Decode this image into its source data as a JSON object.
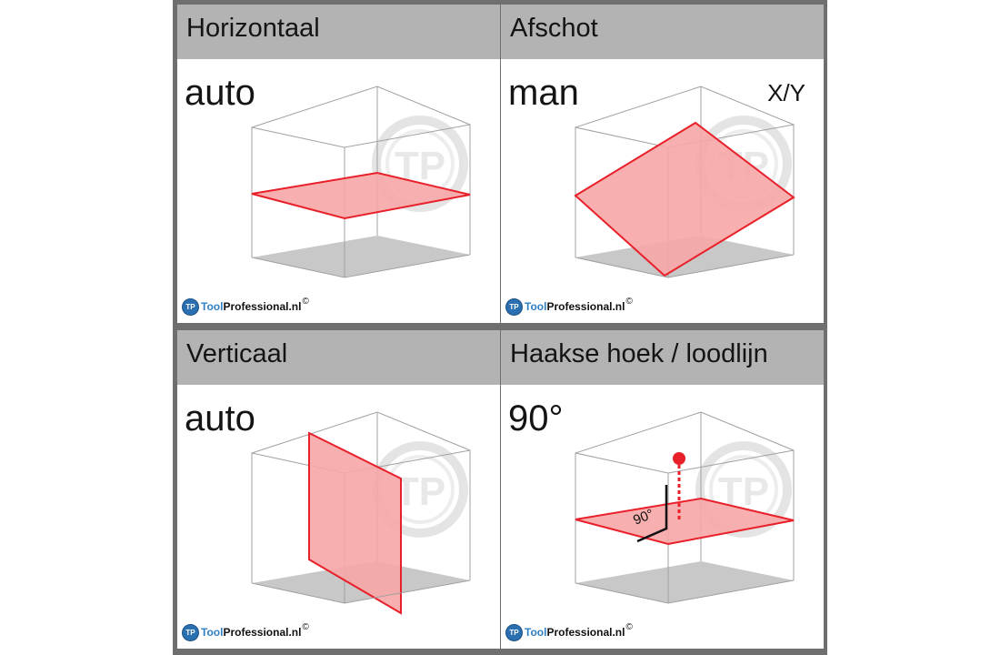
{
  "panels": [
    {
      "title": "Horizontaal",
      "mode": "auto",
      "axis": ""
    },
    {
      "title": "Afschot",
      "mode": "man",
      "axis": "X/Y"
    },
    {
      "title": "Verticaal",
      "mode": "auto",
      "axis": ""
    },
    {
      "title": "Haakse hoek / loodlijn",
      "mode": "90°",
      "axis": "",
      "angle_label": "90°"
    }
  ],
  "watermark": {
    "text": "TP"
  },
  "branding": {
    "badge": "TP",
    "tool": "Tool",
    "rest": "Professional.nl",
    "copyright": "©"
  },
  "colors": {
    "laser_fill": "#f6a6a6",
    "laser_stroke": "#e8202a",
    "floor": "#c8c8c8",
    "frame": "#6f6f6f",
    "header": "#b3b3b3",
    "edge": "#9a9a9a"
  }
}
